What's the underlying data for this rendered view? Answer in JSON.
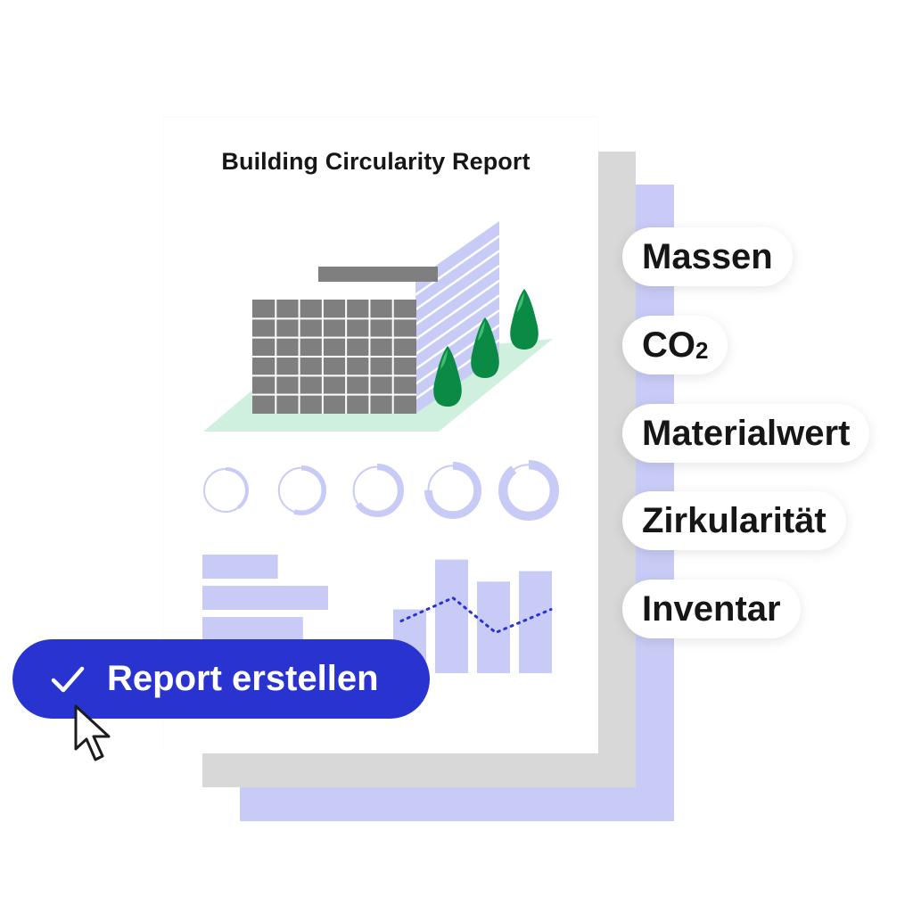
{
  "report": {
    "title": "Building Circularity Report"
  },
  "tags": [
    {
      "label": "Massen"
    },
    {
      "label": "CO",
      "sub": "2"
    },
    {
      "label": "Materialwert"
    },
    {
      "label": "Zirkularität"
    },
    {
      "label": "Inventar"
    }
  ],
  "cta": {
    "label": "Report erstellen",
    "icon": "check-icon"
  },
  "colors": {
    "lavender": "#c8cbf5",
    "gray": "#d8d8d8",
    "brand_blue": "#2933cf",
    "building_gray": "#7f7f7f",
    "ground_mint": "#cff0df",
    "tree_green": "#0b8a45"
  },
  "gauges": [
    {
      "percent": 40
    },
    {
      "percent": 55
    },
    {
      "percent": 65
    },
    {
      "percent": 75
    },
    {
      "percent": 90
    }
  ],
  "hbars": [
    {
      "value": 0.6
    },
    {
      "value": 1.0
    },
    {
      "value": 0.8
    }
  ],
  "vbars": [
    {
      "value": 0.55
    },
    {
      "value": 0.98
    },
    {
      "value": 0.79
    },
    {
      "value": 0.88
    }
  ],
  "trend": [
    0.45,
    0.65,
    0.35,
    0.55
  ]
}
